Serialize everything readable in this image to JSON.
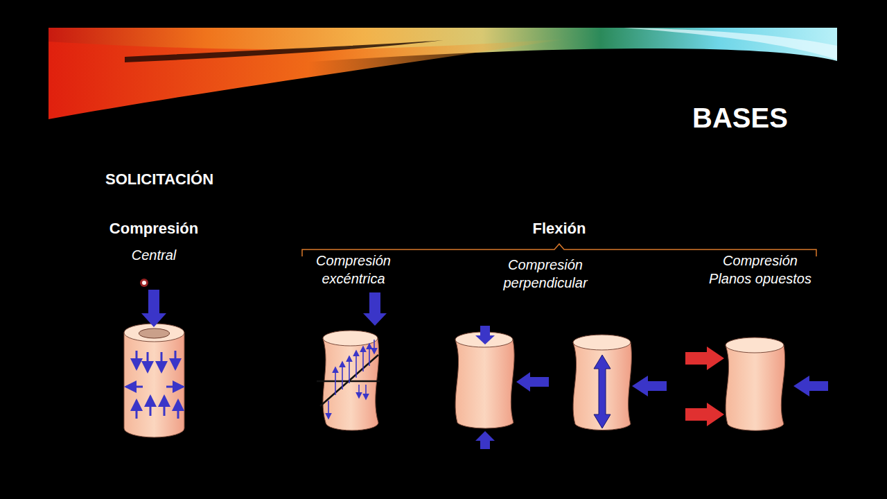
{
  "diagram": {
    "title": "BASES",
    "labels": [
      "SOLICITACIÓN",
      "Compresión",
      "Central",
      "Flexión",
      "Compresión excéntrica",
      "Compresión perpendicular",
      "Compresión Planos opuestos"
    ]
  }
}
